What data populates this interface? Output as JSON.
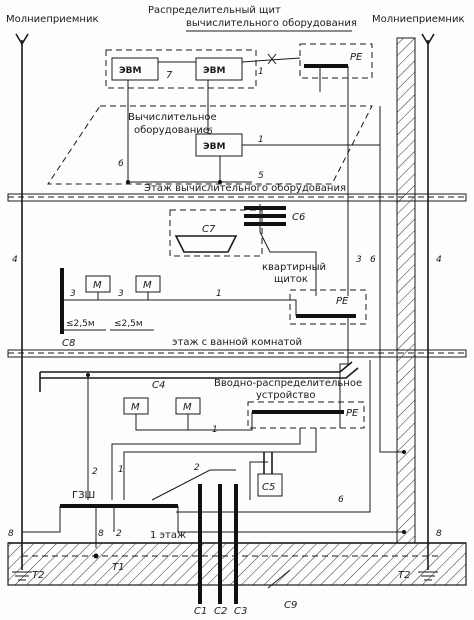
{
  "labels": {
    "lightning_left": "Молниеприемник",
    "lightning_right": "Молниеприемник",
    "dist_panel_line1": "Распределительный щит",
    "dist_panel_line2": "вычислительного оборудования",
    "pe": "PE",
    "evm": "ЭВМ",
    "computing_eq_line1": "Вычислительное",
    "computing_eq_line2": "оборудование",
    "floor_computing": "Этаж вычислительного оборудования",
    "apartment_panel_line1": "квартирный",
    "apartment_panel_line2": "щиток",
    "floor_bathroom": "этаж с ванной комнатой",
    "input_device_line1": "Вводно-распределительное",
    "input_device_line2": "устройство",
    "gzsh": "ГЗШ",
    "floor_1": "1 этаж",
    "m": "М",
    "dist_1": "≤2,5м",
    "dist_2": "≤2,5м",
    "c1": "С1",
    "c2": "С2",
    "c3": "С3",
    "c4": "С4",
    "c5": "С5",
    "c6": "С6",
    "c7": "С7",
    "c8": "С8",
    "c9": "С9",
    "t1": "Т1",
    "t2_left": "Т2",
    "t2_right": "Т2"
  },
  "numbers": {
    "n1": "1",
    "n2": "2",
    "n3": "3",
    "n4": "4",
    "n5": "5",
    "n6": "6",
    "n7": "7",
    "n8": "8"
  }
}
